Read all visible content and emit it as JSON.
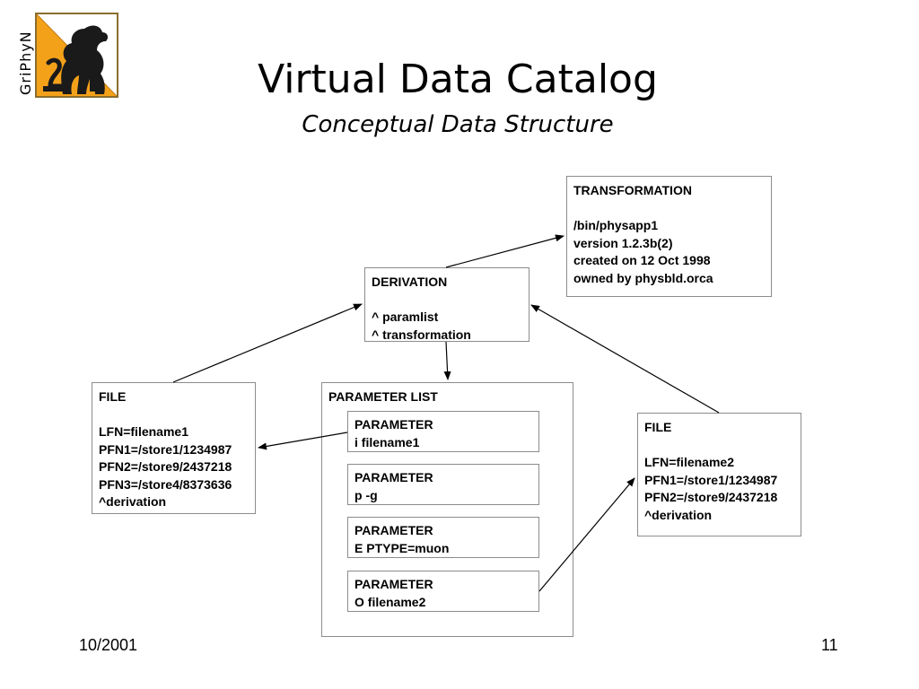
{
  "logo": {
    "text": "GriPhyN"
  },
  "header": {
    "title": "Virtual Data Catalog",
    "subtitle": "Conceptual Data Structure"
  },
  "diagram": {
    "transformation": {
      "title": "TRANSFORMATION",
      "lines": [
        "/bin/physapp1",
        "version 1.2.3b(2)",
        "created on 12 Oct 1998",
        "owned by physbld.orca"
      ]
    },
    "derivation": {
      "title": "DERIVATION",
      "lines": [
        "^ paramlist",
        "^ transformation"
      ]
    },
    "file_left": {
      "title": "FILE",
      "lines": [
        "LFN=filename1",
        "PFN1=/store1/1234987",
        "PFN2=/store9/2437218",
        "PFN3=/store4/8373636",
        "^derivation"
      ]
    },
    "parameter_list": {
      "title": "PARAMETER LIST",
      "params": [
        {
          "name": "PARAMETER",
          "value": "i filename1"
        },
        {
          "name": "PARAMETER",
          "value": "p -g"
        },
        {
          "name": "PARAMETER",
          "value": "E PTYPE=muon"
        },
        {
          "name": "PARAMETER",
          "value": "O filename2"
        }
      ]
    },
    "file_right": {
      "title": "FILE",
      "lines": [
        "LFN=filename2",
        "PFN1=/store1/1234987",
        "PFN2=/store9/2437218",
        "^derivation"
      ]
    }
  },
  "footer": {
    "date": "10/2001",
    "page": "11"
  }
}
